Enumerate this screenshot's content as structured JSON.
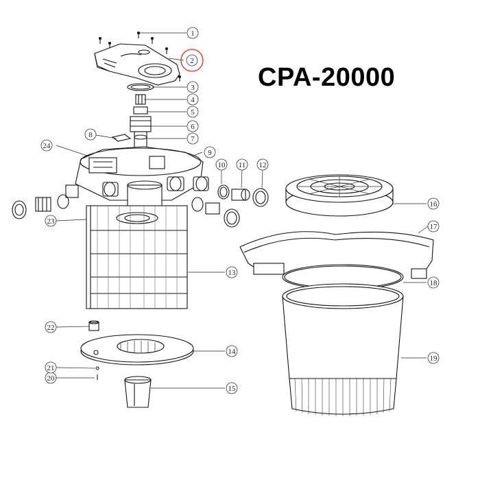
{
  "title": "CPA-20000",
  "highlight_color": "#d9262c",
  "line_color": "#111111",
  "callouts": [
    "1",
    "2",
    "3",
    "4",
    "5",
    "6",
    "7",
    "8",
    "9",
    "10",
    "11",
    "12",
    "13",
    "14",
    "15",
    "16",
    "17",
    "18",
    "19",
    "20",
    "21",
    "22",
    "23",
    "24"
  ]
}
